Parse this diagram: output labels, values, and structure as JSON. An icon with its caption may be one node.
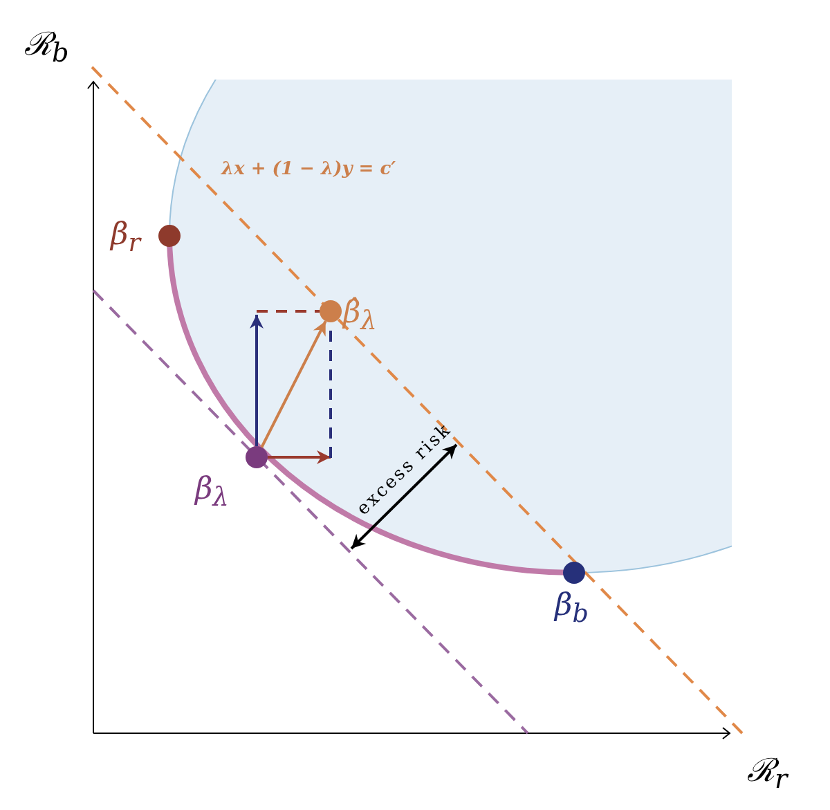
{
  "diagram": {
    "nodes": [
      {
        "text": [],
        "shape": "circle",
        "beside": [
          "β$_{r}$"
        ]
      },
      {
        "text": [],
        "shape": "circle",
        "beside": [
          "β̂$_{λ}$"
        ]
      },
      {
        "text": [],
        "shape": "circle",
        "beside": [
          "β$_{λ}$"
        ]
      },
      {
        "text": [],
        "shape": "circle",
        "beside": [
          "β$_{b}$"
        ]
      }
    ],
    "edges": [
      {
        "from": 2,
        "to": 1,
        "arrow": "to",
        "color": "#cc7f4b"
      },
      {
        "from": 2,
        "to": null,
        "arrow": "to",
        "color": "#2a2f7a"
      },
      {
        "from": 2,
        "to": null,
        "arrow": "to",
        "color": "#9a3a2e"
      },
      {
        "from": null,
        "to": 1,
        "arrow": "none",
        "style": "dashed",
        "color": "#9a3a2e"
      },
      {
        "from": null,
        "to": 1,
        "arrow": "none",
        "style": "dashed",
        "color": "#2a2f7a"
      }
    ],
    "labels": [
      "ℛ$_{b}$",
      "λx + (1 − λ)y = c′",
      "excess risk",
      "ℛ$_{r}$"
    ]
  }
}
